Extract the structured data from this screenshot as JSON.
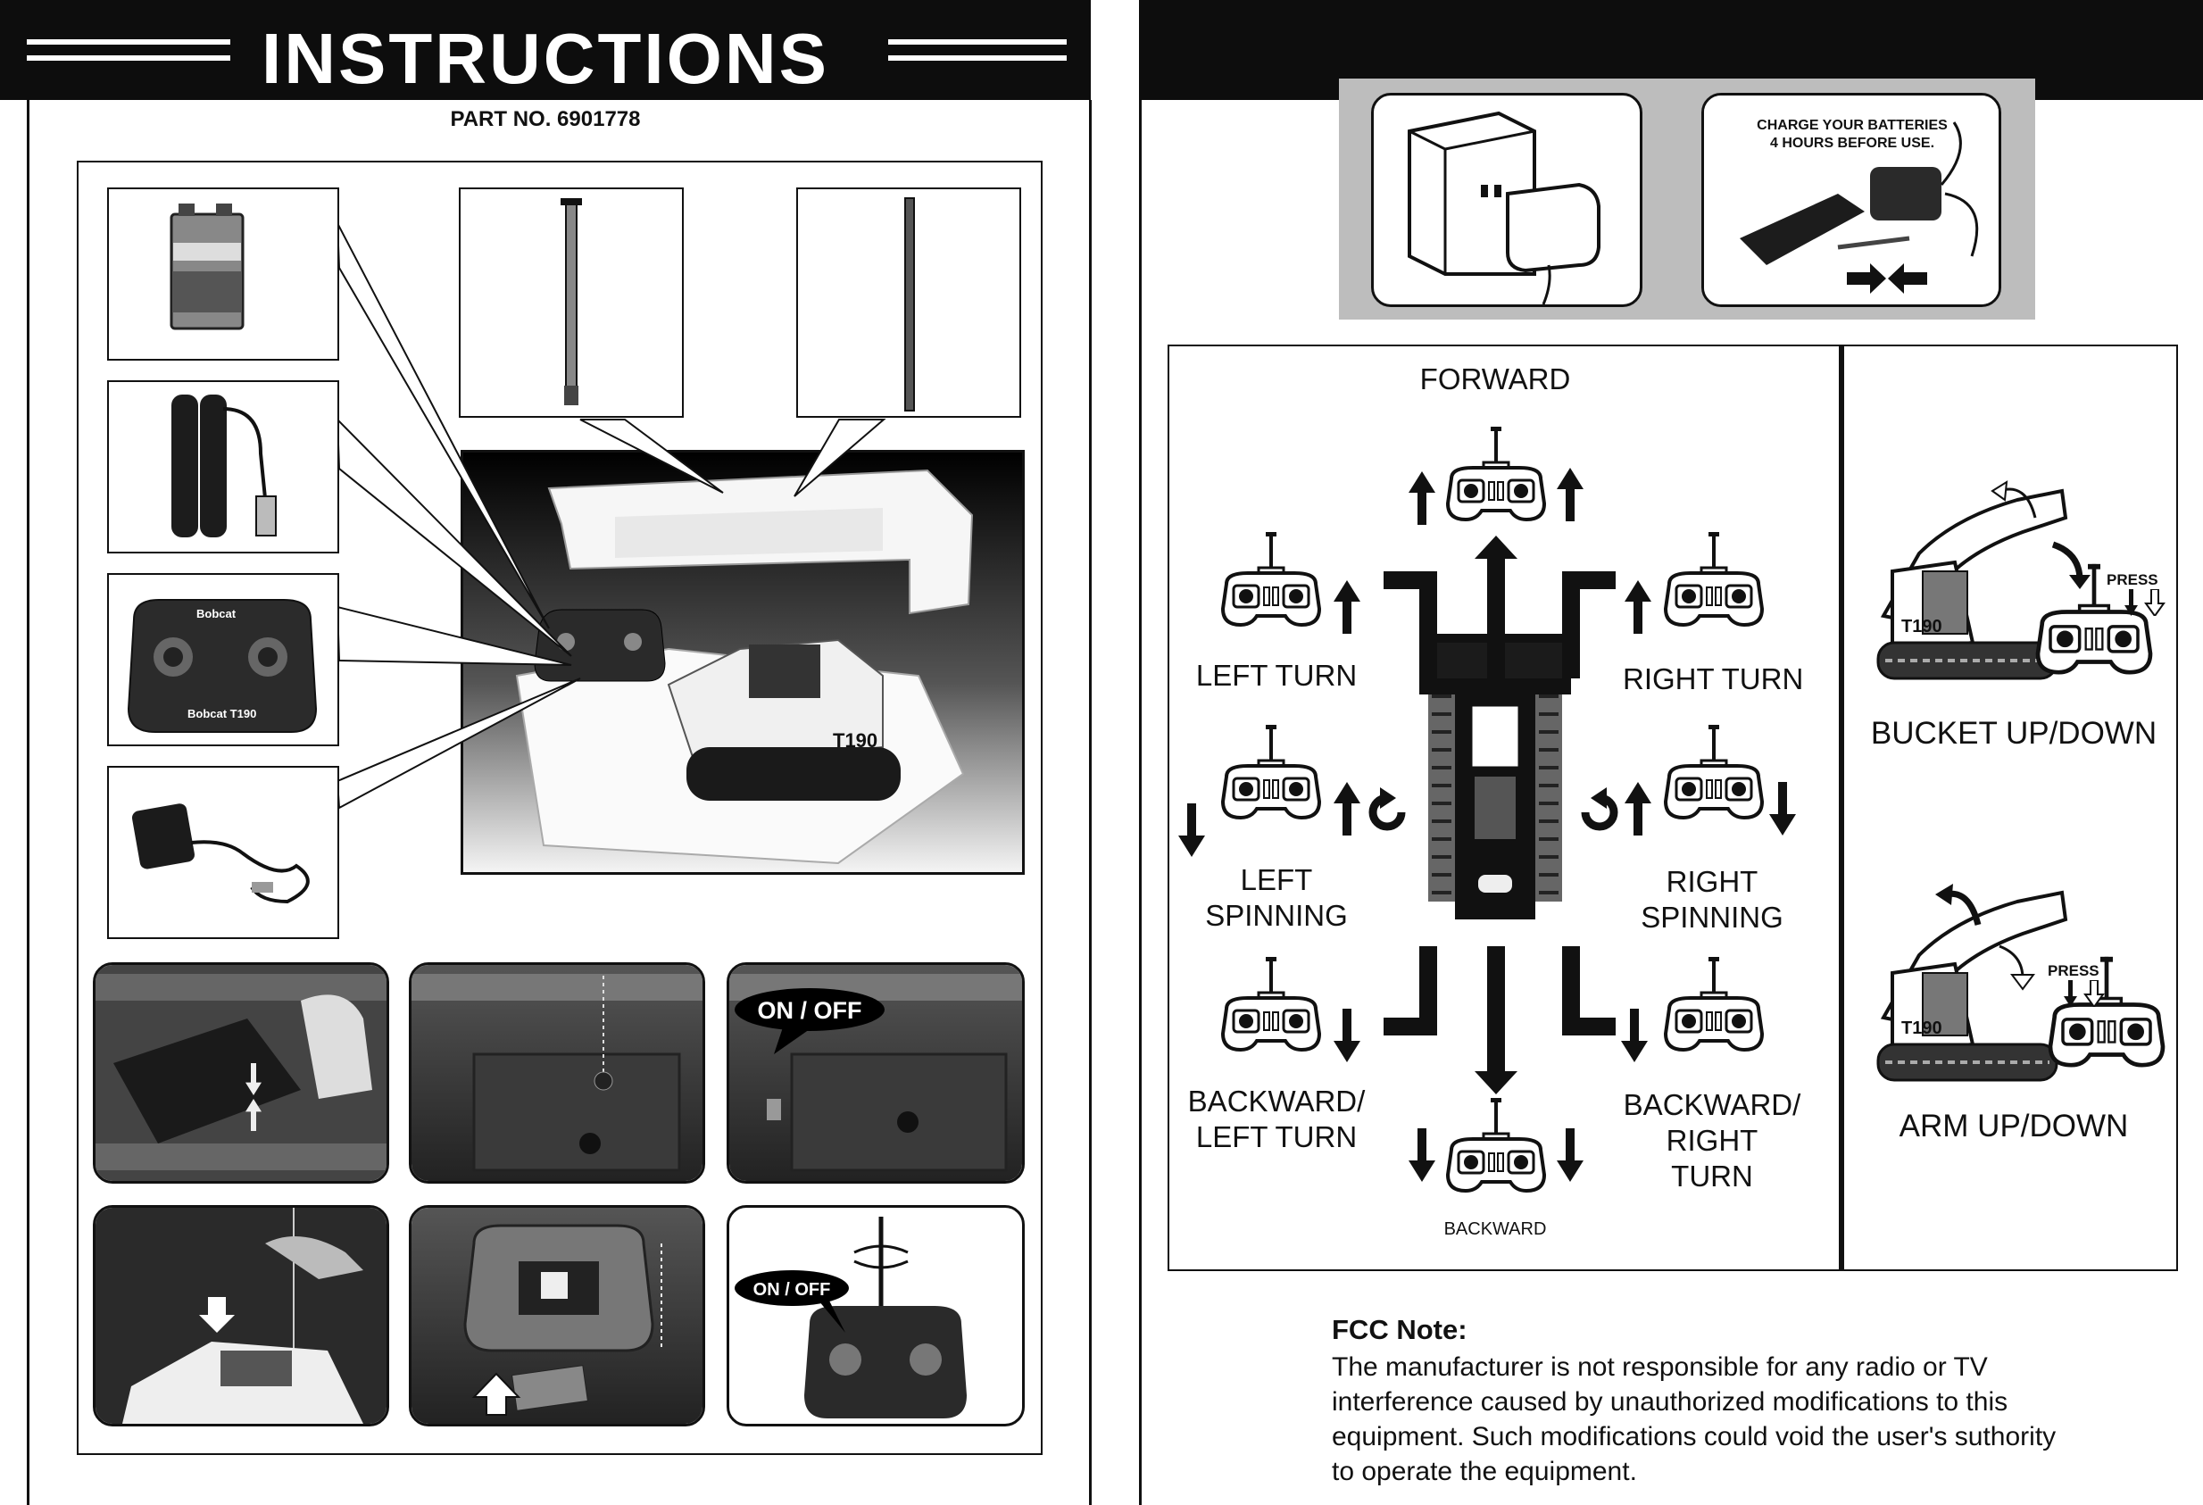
{
  "left_page": {
    "title": "INSTRUCTIONS",
    "part_number": "PART NO. 6901778",
    "controller_brand": "Bobcat",
    "controller_model": "Bobcat T190",
    "machine_model": "T190",
    "on_off_label": "ON / OFF",
    "on_off_label_small": "ON / OFF"
  },
  "right_page": {
    "charge_note_line1": "CHARGE YOUR BATTERIES",
    "charge_note_line2": "4 HOURS BEFORE USE.",
    "directions": {
      "forward": "FORWARD",
      "left_turn": "LEFT TURN",
      "right_turn": "RIGHT TURN",
      "left_spinning_1": "LEFT",
      "left_spinning_2": "SPINNING",
      "right_spinning_1": "RIGHT",
      "right_spinning_2": "SPINNING",
      "backward_left_1": "BACKWARD/",
      "backward_left_2": "LEFT TURN",
      "backward_right_1": "BACKWARD/",
      "backward_right_2": "RIGHT TURN",
      "backward": "BACKWARD"
    },
    "bucket_label": "BUCKET UP/DOWN",
    "arm_label": "ARM UP/DOWN",
    "press_label": "PRESS",
    "fcc_heading": "FCC Note:",
    "fcc_body": "The manufacturer  is not responsible for any radio or TV interference caused by unauthorized modifications to this equipment. Such modifications could void the user's suthority to operate the equipment."
  }
}
